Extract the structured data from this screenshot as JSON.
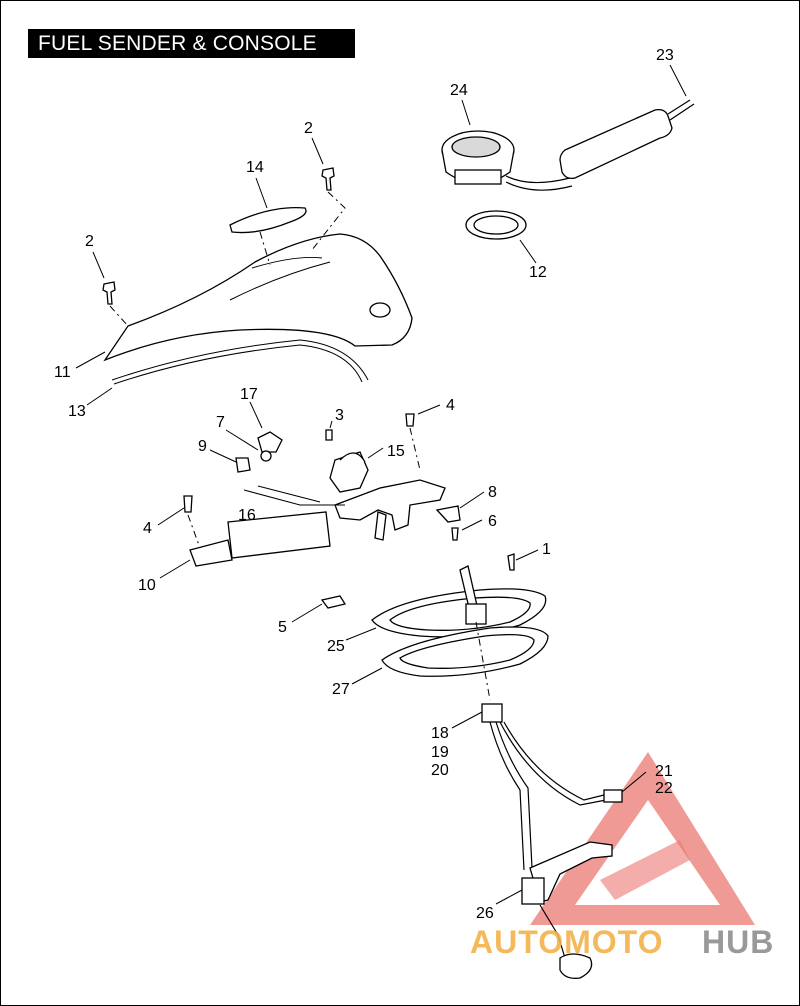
{
  "title": "FUEL SENDER & CONSOLE",
  "callouts": {
    "c1": "1",
    "c2a": "2",
    "c2b": "2",
    "c3": "3",
    "c4a": "4",
    "c4b": "4",
    "c5": "5",
    "c6": "6",
    "c7": "7",
    "c8": "8",
    "c9": "9",
    "c10": "10",
    "c11": "11",
    "c12": "12",
    "c13": "13",
    "c14": "14",
    "c15": "15",
    "c16": "16",
    "c17": "17",
    "c18": "18",
    "c19": "19",
    "c20": "20",
    "c21": "21",
    "c22": "22",
    "c23": "23",
    "c24": "24",
    "c25": "25",
    "c26": "26",
    "c27": "27"
  },
  "watermark": {
    "left": "AUTOMOTO",
    "right": "HUB",
    "accent_color": "#f2b24a",
    "triangle_color": "#e8615a",
    "grey_color": "#8f8f8f"
  }
}
